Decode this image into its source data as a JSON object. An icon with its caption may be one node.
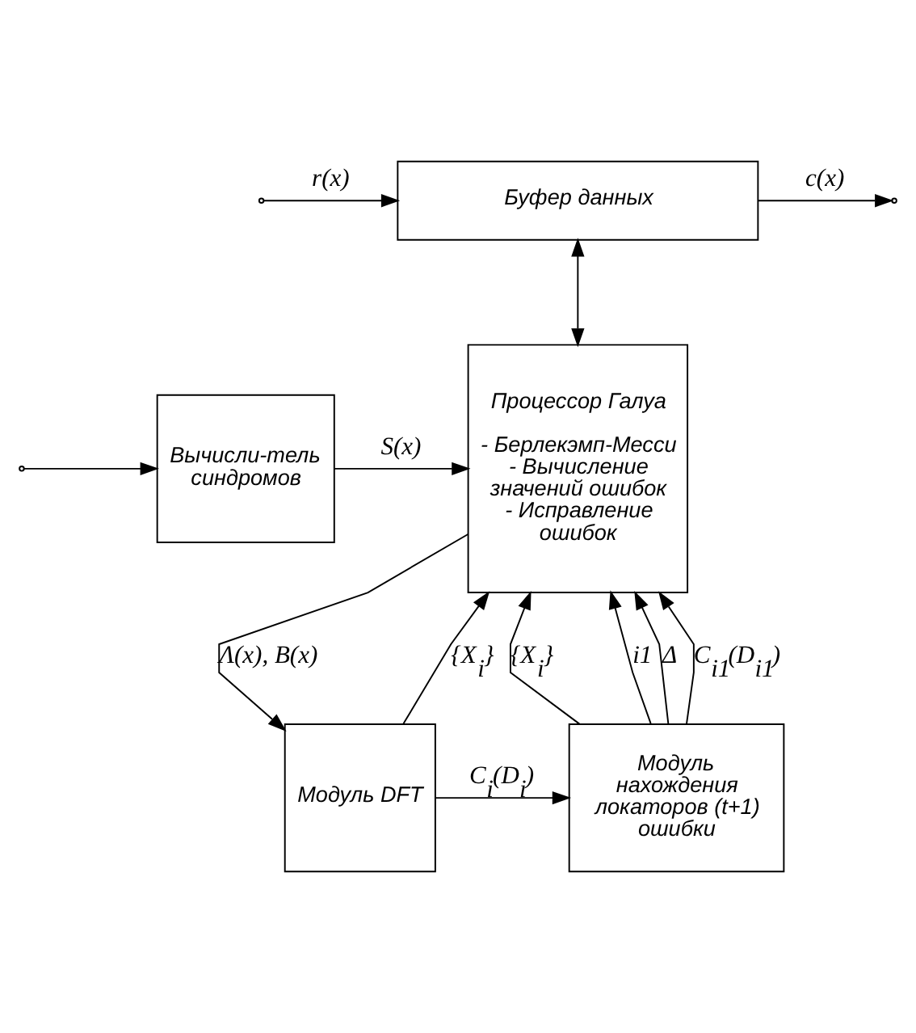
{
  "diagram": {
    "nodes": [
      {
        "text": [
          "Буфер данных"
        ]
      },
      {
        "text": [
          "Вычисли-тель синдромов"
        ]
      },
      {
        "text": [
          "Процессор Галуа",
          "- Берлекэмп-Месси",
          "- Вычисление значений ошибок",
          "- Исправление ошибок"
        ]
      },
      {
        "text": [
          "Модуль DFT"
        ]
      },
      {
        "text": [
          "Модуль нахождения локаторов (t+1) ошибки"
        ]
      }
    ],
    "edges": [
      {
        "from": null,
        "to": 0,
        "arrow": "to",
        "label": "r(x)"
      },
      {
        "from": 0,
        "to": null,
        "arrow": "to",
        "label": "c(x)"
      },
      {
        "from": null,
        "to": 1,
        "arrow": "to"
      },
      {
        "from": 0,
        "to": 2,
        "arrow": "both"
      },
      {
        "from": 1,
        "to": 2,
        "arrow": "to",
        "label": "S(x)"
      },
      {
        "from": 2,
        "to": 3,
        "arrow": "to",
        "label": "Λ(x), B(x)"
      },
      {
        "from": 3,
        "to": 2,
        "arrow": "to",
        "label": "{X$_{i}$}"
      },
      {
        "from": 3,
        "to": 4,
        "arrow": "to",
        "label": "C$_{i}$(D$_{i}$)"
      },
      {
        "from": 4,
        "to": 2,
        "arrow": "to",
        "label": "{X$_{i}$}"
      },
      {
        "from": 4,
        "to": 2,
        "arrow": "to",
        "label": "i1"
      },
      {
        "from": 4,
        "to": 2,
        "arrow": "to",
        "label": "Δ"
      },
      {
        "from": 4,
        "to": 2,
        "arrow": "to",
        "label": "C$_{i1}$(D$_{i1}$)"
      }
    ]
  }
}
